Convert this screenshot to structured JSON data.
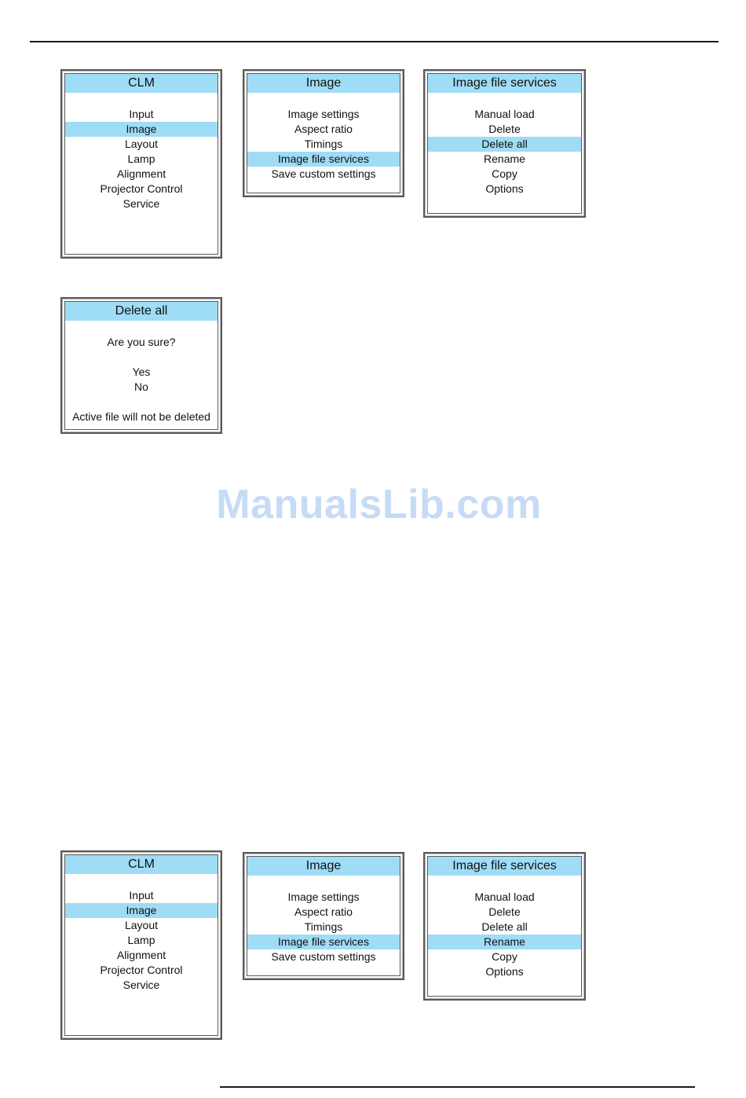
{
  "watermark": "ManualsLib.com",
  "colors": {
    "highlight": "#9fdcf5",
    "frame": "#595959",
    "watermark": "#78aae6"
  },
  "figure1": {
    "clm": {
      "title": "CLM",
      "items": [
        "Input",
        "Image",
        "Layout",
        "Lamp",
        "Alignment",
        "Projector Control",
        "Service"
      ],
      "selected": "Image"
    },
    "image": {
      "title": "Image",
      "items": [
        "Image settings",
        "Aspect ratio",
        "Timings",
        "Image file services",
        "Save custom settings"
      ],
      "selected": "Image file services"
    },
    "file_services": {
      "title": "Image file services",
      "items": [
        "Manual load",
        "Delete",
        "Delete all",
        "Rename",
        "Copy",
        "Options"
      ],
      "selected": "Delete all"
    },
    "delete_all": {
      "title": "Delete all",
      "question": "Are you sure?",
      "yes": "Yes",
      "no": "No",
      "note": "Active file will not be deleted"
    }
  },
  "figure2": {
    "clm": {
      "title": "CLM",
      "items": [
        "Input",
        "Image",
        "Layout",
        "Lamp",
        "Alignment",
        "Projector Control",
        "Service"
      ],
      "selected": "Image"
    },
    "image": {
      "title": "Image",
      "items": [
        "Image settings",
        "Aspect ratio",
        "Timings",
        "Image file services",
        "Save custom settings"
      ],
      "selected": "Image file services"
    },
    "file_services": {
      "title": "Image file services",
      "items": [
        "Manual load",
        "Delete",
        "Delete all",
        "Rename",
        "Copy",
        "Options"
      ],
      "selected": "Rename"
    }
  }
}
